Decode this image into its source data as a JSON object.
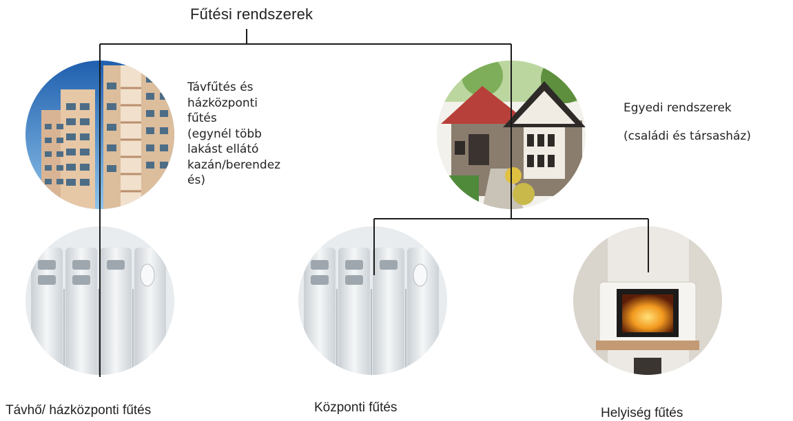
{
  "title": "Fűtési rendszerek",
  "district_heating": {
    "lines": [
      "Távfűtés és",
      "házközponti",
      "fűtés",
      "(egynél több",
      "lakást ellátó",
      "kazán/berendez",
      "és)"
    ]
  },
  "individual_systems": {
    "lines": [
      "Egyedi rendszerek",
      "(családi és társasház)"
    ]
  },
  "captions": {
    "left": "Távhő/ házközponti fűtés",
    "middle": "Központi fűtés",
    "right": "Helyiség fűtés"
  },
  "colors": {
    "line": "#1a1a1a",
    "sky": "#3f86c9",
    "roof": "#b8403a",
    "radiator": "#e2e6e9",
    "fire": "#f0a020"
  }
}
